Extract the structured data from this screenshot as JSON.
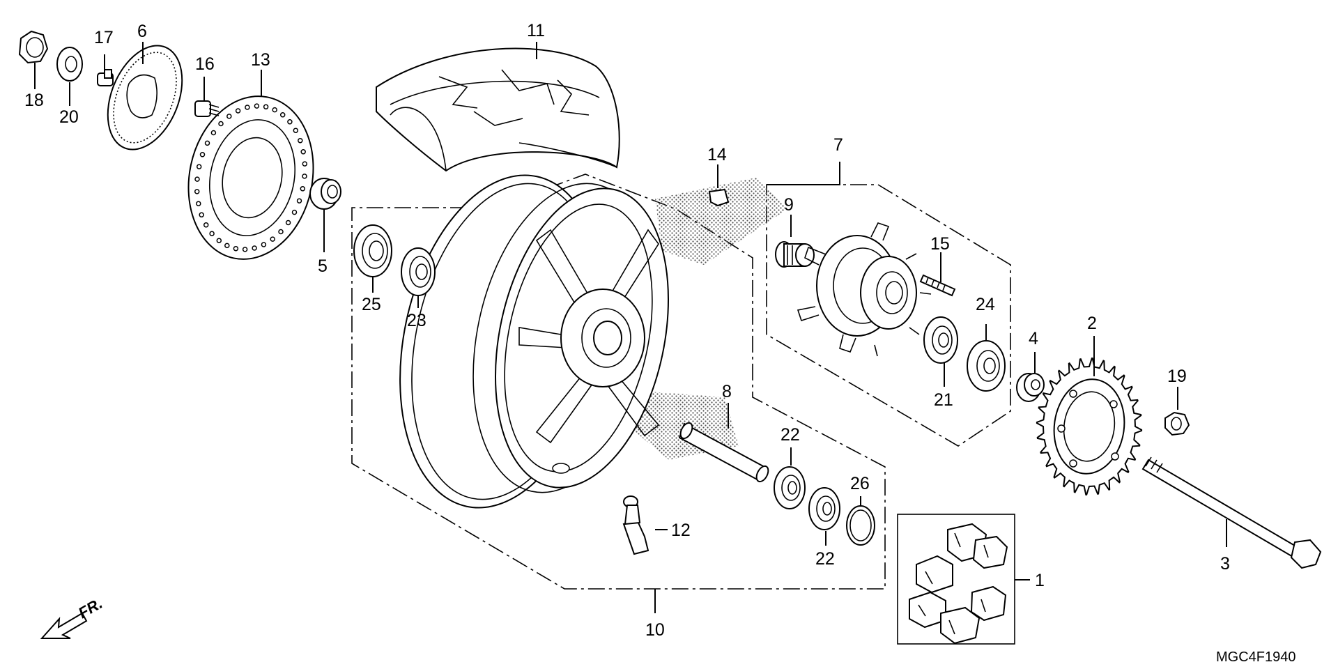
{
  "diagram": {
    "drawing_code": "MGC4F1940",
    "direction_marker": "FR.",
    "callouts": [
      {
        "id": "c1",
        "label": "1"
      },
      {
        "id": "c2",
        "label": "2"
      },
      {
        "id": "c3",
        "label": "3"
      },
      {
        "id": "c4",
        "label": "4"
      },
      {
        "id": "c5",
        "label": "5"
      },
      {
        "id": "c6",
        "label": "6"
      },
      {
        "id": "c7",
        "label": "7"
      },
      {
        "id": "c8",
        "label": "8"
      },
      {
        "id": "c9",
        "label": "9"
      },
      {
        "id": "c10",
        "label": "10"
      },
      {
        "id": "c11",
        "label": "11"
      },
      {
        "id": "c12",
        "label": "12"
      },
      {
        "id": "c13",
        "label": "13"
      },
      {
        "id": "c14",
        "label": "14"
      },
      {
        "id": "c15",
        "label": "15"
      },
      {
        "id": "c16",
        "label": "16"
      },
      {
        "id": "c17",
        "label": "17"
      },
      {
        "id": "c18",
        "label": "18"
      },
      {
        "id": "c19",
        "label": "19"
      },
      {
        "id": "c20",
        "label": "20"
      },
      {
        "id": "c21",
        "label": "21"
      },
      {
        "id": "c22a",
        "label": "22"
      },
      {
        "id": "c22b",
        "label": "22"
      },
      {
        "id": "c23",
        "label": "23"
      },
      {
        "id": "c24",
        "label": "24"
      },
      {
        "id": "c25",
        "label": "25"
      },
      {
        "id": "c26",
        "label": "26"
      }
    ]
  }
}
